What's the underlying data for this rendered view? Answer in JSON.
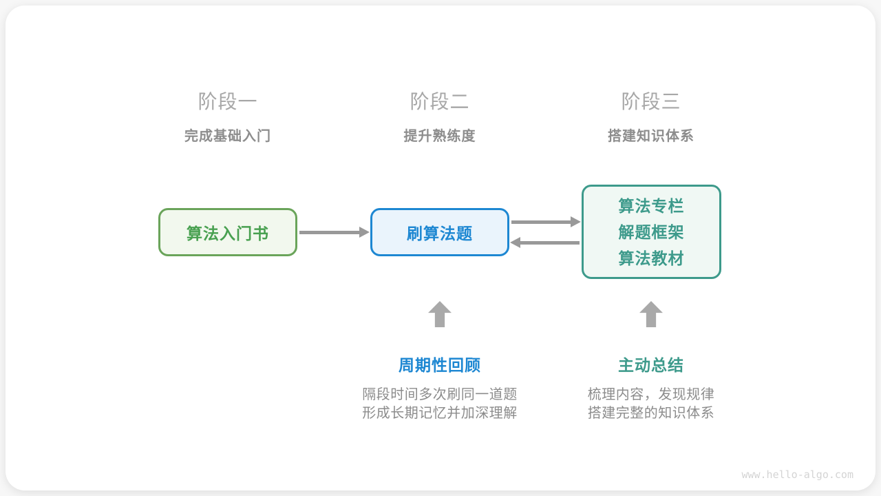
{
  "watermark": "www.hello-algo.com",
  "colors": {
    "green_border": "#6aa45a",
    "green_fill": "#f2f8ee",
    "green_text": "#48a050",
    "blue_border": "#1d87d2",
    "blue_fill": "#eaf4fc",
    "blue_text": "#1d87d2",
    "teal_border": "#3d9a8b",
    "teal_fill": "#f0f8f4",
    "teal_text": "#3d9a8b",
    "arrow_gray": "#999999",
    "block_arrow_gray": "#a9a9a9",
    "stage_title_gray": "#a7a7a7",
    "stage_subtitle_gray": "#8d8d8d",
    "description_gray": "#8c8c8c",
    "watermark_gray": "#d4d4d4"
  },
  "stages": [
    {
      "title": "阶段一",
      "subtitle": "完成基础入门"
    },
    {
      "title": "阶段二",
      "subtitle": "提升熟练度"
    },
    {
      "title": "阶段三",
      "subtitle": "搭建知识体系"
    }
  ],
  "nodes": [
    {
      "label": "算法入门书",
      "scheme": "green"
    },
    {
      "label": "刷算法题",
      "scheme": "blue"
    },
    {
      "lines": [
        "算法专栏",
        "解题框架",
        "算法教材"
      ],
      "scheme": "teal"
    }
  ],
  "arrows": [
    {
      "name": "book-to-practice",
      "direction": "right"
    },
    {
      "name": "practice-to-resources",
      "direction": "right"
    },
    {
      "name": "resources-to-practice",
      "direction": "left"
    },
    {
      "name": "review-up-arrow",
      "direction": "up"
    },
    {
      "name": "summary-up-arrow",
      "direction": "up"
    }
  ],
  "annotations": [
    {
      "heading": "周期性回顾",
      "line1": "隔段时间多次刷同一道题",
      "line2": "形成长期记忆并加深理解"
    },
    {
      "heading": "主动总结",
      "line1": "梳理内容，发现规律",
      "line2": "搭建完整的知识体系"
    }
  ]
}
